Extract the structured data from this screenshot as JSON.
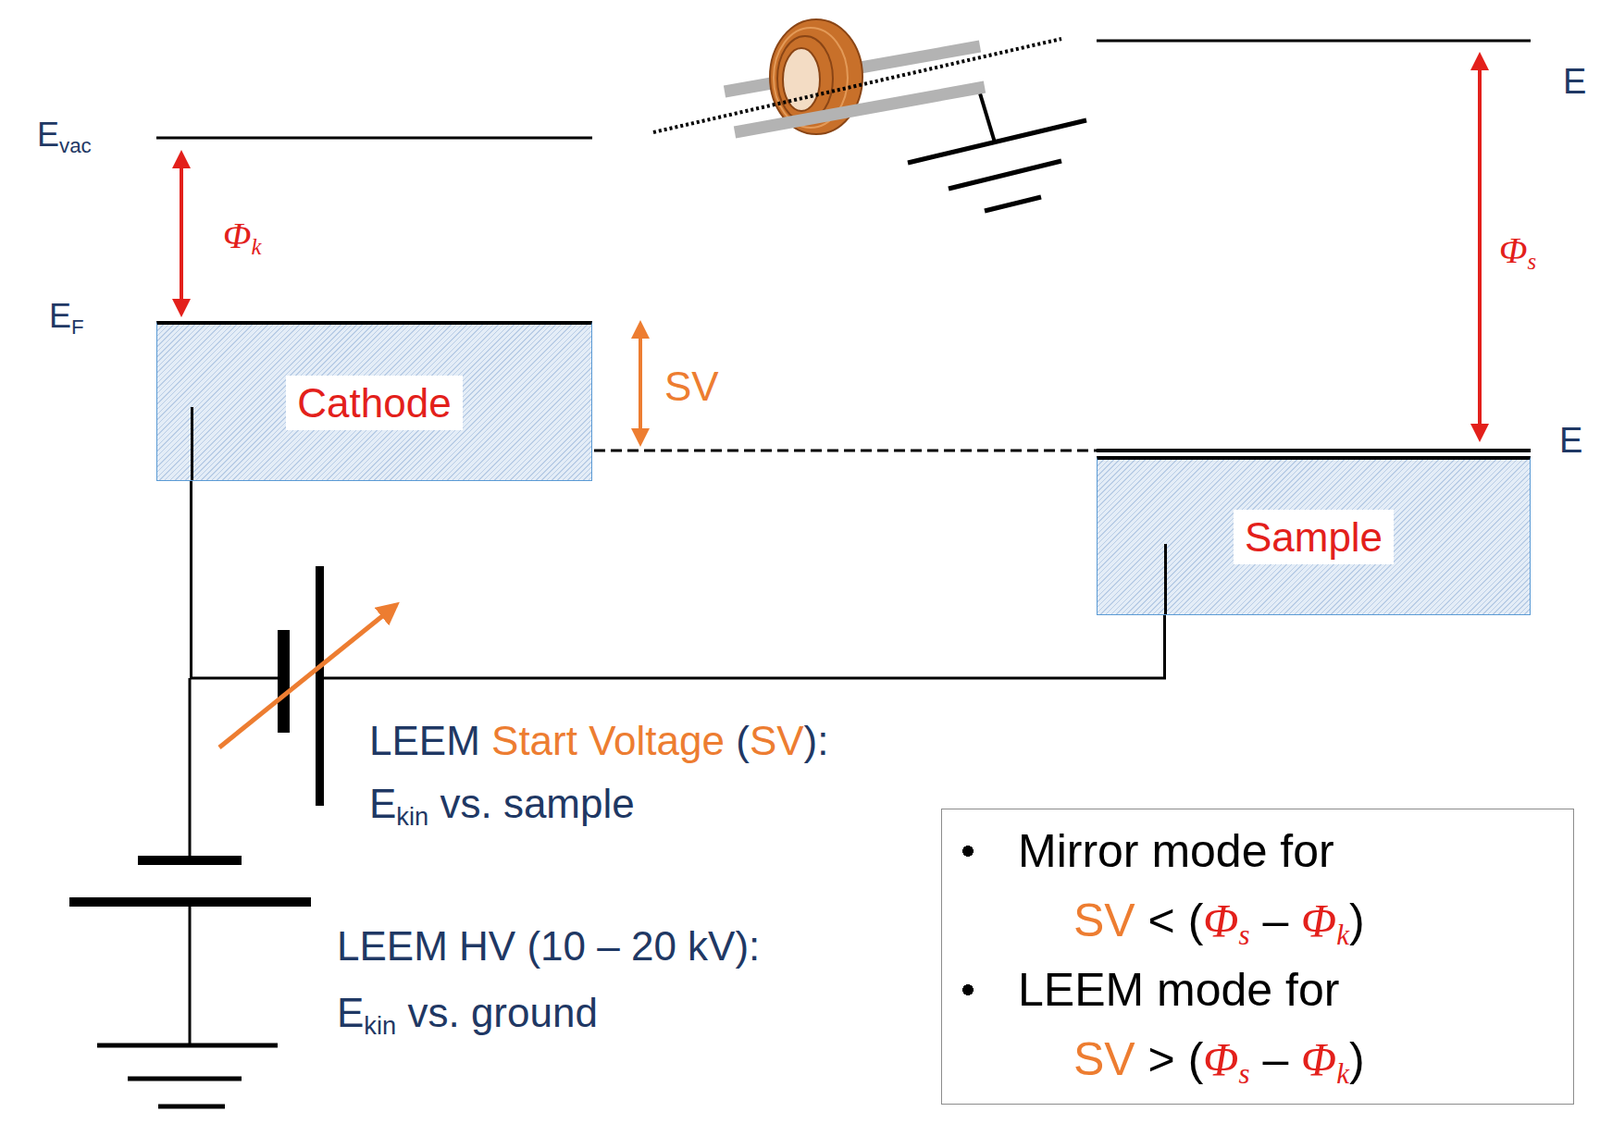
{
  "diagram": {
    "nodes": [
      {
        "text": [
          "Cathode"
        ]
      },
      {
        "text": [
          "Sample"
        ]
      },
      {
        "text": [
          "Mirror mode for SV < (Φs – Φk)",
          "LEEM mode for SV > (Φs – Φk)"
        ]
      }
    ],
    "edges": [
      {
        "from": 0,
        "to": 1,
        "arrow": "none"
      }
    ],
    "labels": [
      "Evac",
      "Φk",
      "EF",
      "SV",
      "E",
      "Φs",
      "E",
      "LEEM Start Voltage (SV):",
      "Ekin vs. sample",
      "LEEM HV (10 – 20 kV):",
      "Ekin vs. ground"
    ]
  }
}
